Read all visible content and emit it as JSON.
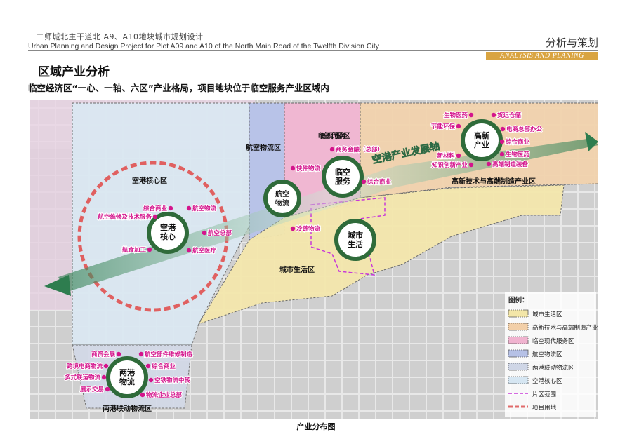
{
  "header": {
    "project_cn": "十二师城北主干道北 A9、A10地块城市规划设计",
    "project_en": "Urban Planning and Design Project for Plot A09 and A10 of the North Main Road of the Twelfth Division City",
    "section_cn": "分析与策划",
    "section_en": "ANALYSIS AND PLANING"
  },
  "page": {
    "title": "区域产业分析",
    "subtitle": "临空经济区“一心、一轴、六区”产业格局，项目地块位于临空服务产业区域内",
    "caption": "产业分布图"
  },
  "axis_label": "空港产业发展轴",
  "zones": {
    "core": "空港核心区",
    "logistics": "航空物流区",
    "modern_service": "临空现代服务区",
    "hightech": "高新技术与高端制造产业区",
    "city_life": "城市生活区",
    "twin_port": "两港联动物流区"
  },
  "hubs": {
    "core": "空港核心",
    "logistics": "航空物流",
    "service": "临空服务",
    "hightech": "高新产业",
    "city": "城市生活",
    "twin_port": "两港物流"
  },
  "labels": {
    "core": [
      "综合商业",
      "航空物流",
      "航空维修及技术服务",
      "航空总部",
      "航食加工",
      "航空医疗"
    ],
    "logistics": [
      "快件物流",
      "冷链物流"
    ],
    "service": [
      "商务金融（总部）",
      "综合商业"
    ],
    "hightech": [
      "生物医药",
      "货运仓储",
      "节能环保",
      "电商总部办公",
      "综合商业",
      "新材料",
      "生物医药",
      "知识创新产业",
      "高端制造装备"
    ],
    "twin_port": [
      "商贸会展",
      "航空部件维修制造",
      "跨境电商物流",
      "综合商业",
      "多式联运物流",
      "空铁物流中转",
      "展示交易",
      "物流企业总部"
    ]
  },
  "legend": {
    "title": "图例：",
    "items": [
      "城市生活区",
      "高新技术与高端制造产业区",
      "临空现代服务区",
      "航空物流区",
      "两港联动物流区",
      "空港核心区",
      "片区范围",
      "项目用地"
    ]
  },
  "colors": {
    "city_life": "#f3e6a8",
    "hightech": "#f2cfa8",
    "modern_service": "#f0b3cf",
    "logistics": "#b6c1e6",
    "twin_port": "#cfd6e6",
    "core": "#d6e6f2",
    "boundary": "#c838d8",
    "project": "#e06a6a",
    "label_dot": "#d4148c",
    "hub_ring": "#2f6b3a",
    "axis_arrow": "#3f8f62",
    "accent_bar": "#d9a441"
  }
}
